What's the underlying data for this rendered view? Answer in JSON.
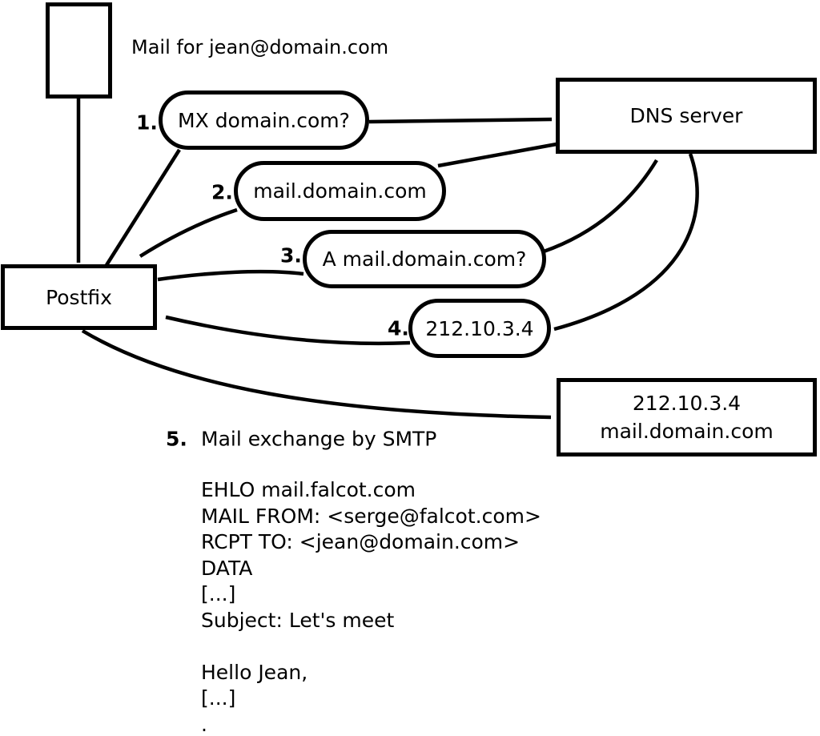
{
  "title": "Mail for jean@domain.com",
  "nodes": {
    "postfix": {
      "label": "Postfix"
    },
    "dns_server": {
      "label": "DNS server"
    },
    "mail_host": {
      "ip": "212.10.3.4",
      "hostname": "mail.domain.com"
    }
  },
  "steps": [
    {
      "num": "1.",
      "label": "MX domain.com?"
    },
    {
      "num": "2.",
      "label": "mail.domain.com"
    },
    {
      "num": "3.",
      "label": "A mail.domain.com?"
    },
    {
      "num": "4.",
      "label": "212.10.3.4"
    },
    {
      "num": "5.",
      "label": "Mail exchange by SMTP"
    }
  ],
  "smtp_session": {
    "lines": [
      "EHLO mail.falcot.com",
      "MAIL FROM: <serge@falcot.com>",
      "RCPT TO: <jean@domain.com>",
      "DATA",
      "[...]",
      "Subject: Let's meet",
      "",
      "Hello Jean,",
      "[...]",
      "."
    ]
  },
  "colors": {
    "ink": "#000000",
    "background": "#ffffff"
  }
}
